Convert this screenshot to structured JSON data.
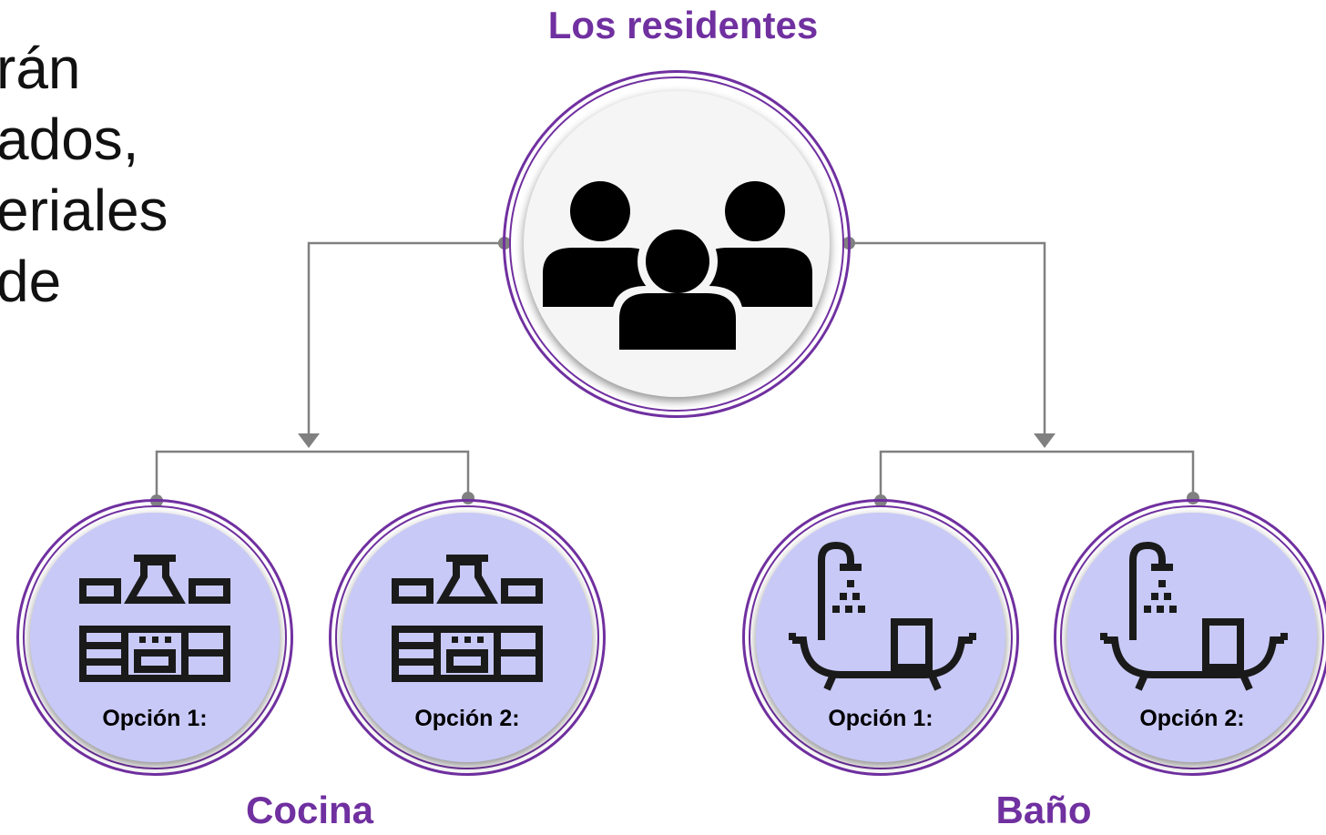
{
  "intro_text_fragment": [
    "rán",
    "ados,",
    "eriales",
    "de"
  ],
  "top_node": {
    "title": "Los residentes",
    "icon": "people-group-icon"
  },
  "categories": [
    {
      "label": "Cocina",
      "icon": "kitchen-icon",
      "options": [
        {
          "label": "Opción 1:"
        },
        {
          "label": "Opción 2:"
        }
      ]
    },
    {
      "label": "Baño",
      "icon": "bathtub-icon",
      "options": [
        {
          "label": "Opción 1:"
        },
        {
          "label": "Opción 2:"
        }
      ]
    }
  ],
  "colors": {
    "accent_purple": "#7030A0",
    "node_fill_light": "#C8C9F7",
    "top_node_fill": "#F5F5F5",
    "connector_gray": "#808080"
  }
}
